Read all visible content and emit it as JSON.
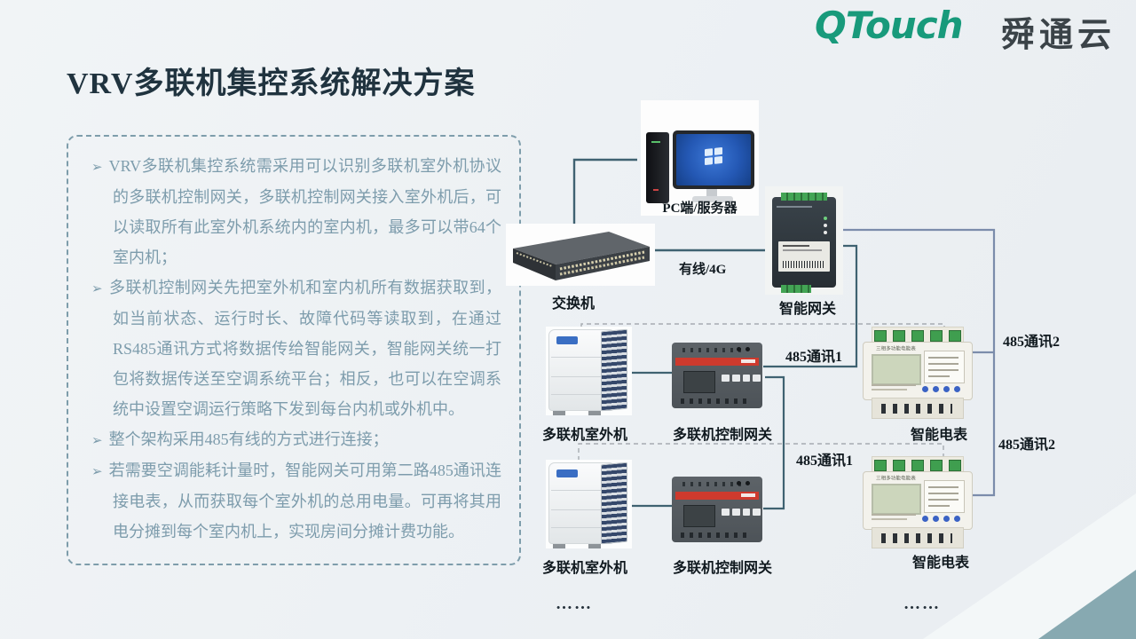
{
  "title": "VRV多联机集控系统解决方案",
  "header": {
    "brand": "QTouch",
    "brand_cn": "舜通云"
  },
  "info_box": {
    "marker": "➢",
    "bullets": [
      "VRV多联机集控系统需采用可以识别多联机室外机协议的多联机控制网关，多联机控制网关接入室外机后，可以读取所有此室外机系统内的室内机，最多可以带64个室内机；",
      "多联机控制网关先把室外机和室内机所有数据获取到，如当前状态、运行时长、故障代码等读取到，在通过RS485通讯方式将数据传给智能网关，智能网关统一打包将数据传送至空调系统平台；相反，也可以在空调系统中设置空调运行策略下发到每台内机或外机中。",
      "整个架构采用485有线的方式进行连接；",
      "若需要空调能耗计量时，智能网关可用第二路485通讯连接电表，从而获取每个室外机的总用电量。可再将其用电分摊到每个室内机上，实现房间分摊计费功能。"
    ]
  },
  "diagram": {
    "devices": {
      "pc": {
        "label": "PC端/服务器"
      },
      "switch": {
        "label": "交换机"
      },
      "gateway": {
        "label": "智能网关"
      },
      "outdoor1": {
        "label": "多联机室外机"
      },
      "outdoor2": {
        "label": "多联机室外机"
      },
      "ctrl1": {
        "label": "多联机控制网关"
      },
      "ctrl2": {
        "label": "多联机控制网关"
      },
      "meter1": {
        "label": "智能电表"
      },
      "meter2": {
        "label": "智能电表"
      },
      "meter_header": "三相多功能电能表"
    },
    "links": {
      "wired4g": "有线/4G",
      "bus1_row1": "485通讯1",
      "bus1_row2": "485通讯1",
      "bus2_row1": "485通讯2",
      "bus2_row2": "485通讯2"
    },
    "ellipsis_left": "……",
    "ellipsis_right": "……"
  },
  "colors": {
    "background": "#edf1f4",
    "brand_green": "#189a7b",
    "brand_dark": "#3b4348",
    "title_text": "#20333f",
    "body_text": "#7d9cac",
    "connector_dark": "#3f6271",
    "connector_blue": "#7b8cab",
    "dashed_group": "#a6abb1",
    "corner_triangle": "#87a9b1"
  }
}
